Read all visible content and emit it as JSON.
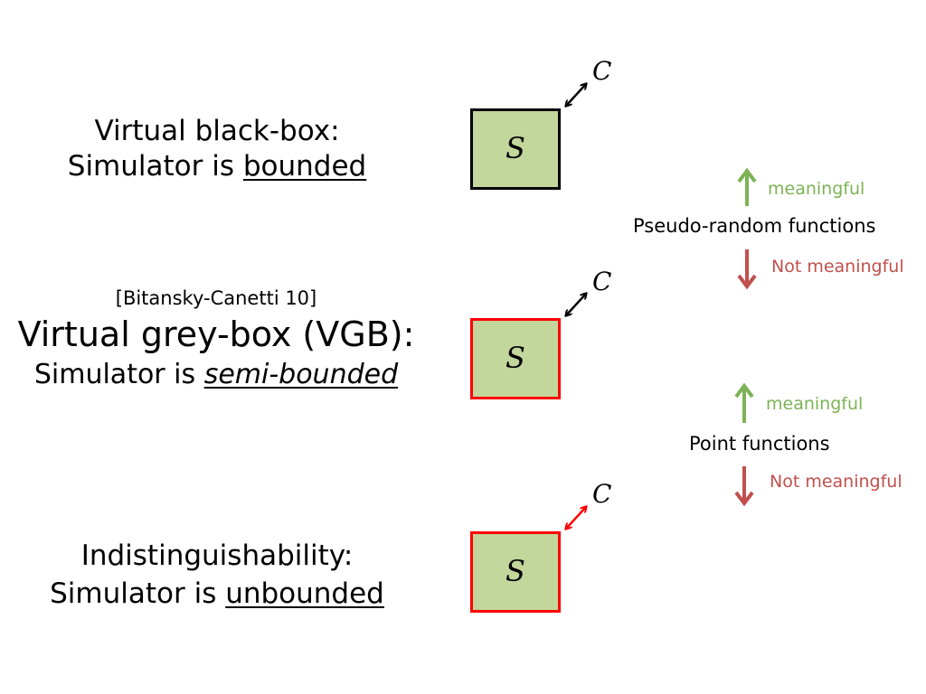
{
  "rows": [
    {
      "title": "Virtual black-box:",
      "line2_prefix": "Simulator is ",
      "line2_emph": "bounded",
      "box_symbol": "S",
      "arrow_symbol": "C"
    },
    {
      "citation": "[Bitansky-Canetti 10]",
      "title": "Virtual grey-box (VGB):",
      "line2_prefix": "Simulator is ",
      "line2_emph": "semi-bounded",
      "box_symbol": "S",
      "arrow_symbol": "C"
    },
    {
      "title": "Indistinguishability:",
      "line2_prefix": "Simulator is ",
      "line2_emph": "unbounded",
      "box_symbol": "S",
      "arrow_symbol": "C"
    }
  ],
  "annotations": [
    {
      "up_label": "meaningful",
      "function_label": "Pseudo-random functions",
      "down_label": "Not meaningful"
    },
    {
      "up_label": "meaningful",
      "function_label": "Point functions",
      "down_label": "Not meaningful"
    }
  ],
  "colors": {
    "box_fill": "#c3d69b",
    "box_border_bounded": "#000000",
    "box_border_other": "#ff0000",
    "meaningful": "#7db356",
    "not_meaningful": "#c0504d",
    "arrow_bounded": "#000000",
    "arrow_unbounded": "#ff0000"
  }
}
